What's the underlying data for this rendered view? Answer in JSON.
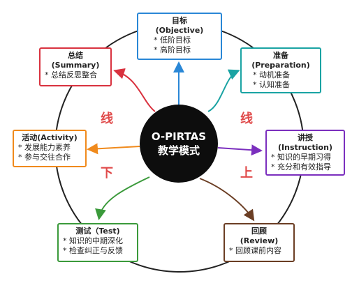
{
  "hub": {
    "line1": "O-PIRTAS",
    "line2": "教学模式"
  },
  "nodes": {
    "objective": {
      "title": "目标",
      "subtitle": "(Objective)",
      "items": [
        "* 低阶目标",
        "* 高阶目标"
      ],
      "color": "#2a87d6"
    },
    "preparation": {
      "title": "准备",
      "subtitle": "(Preparation)",
      "items": [
        "* 动机准备",
        "* 认知准备"
      ],
      "color": "#1aa3a3"
    },
    "instruction": {
      "title": "讲授",
      "subtitle": "(Instruction)",
      "items": [
        "* 知识的早期习得",
        "* 充分和有效指导"
      ],
      "color": "#7b2fbe"
    },
    "review": {
      "title": "回顾",
      "subtitle": "(Review)",
      "items": [
        "* 回顾课前内容"
      ],
      "color": "#6b3e24"
    },
    "test": {
      "title": "测试（Test)",
      "items": [
        "* 知识的中期深化",
        "* 检查纠正与反馈"
      ],
      "color": "#3b9a3b"
    },
    "activity": {
      "title": "活动(Activity)",
      "items": [
        "* 发展能力素养",
        "* 参与交往合作"
      ],
      "color": "#f08a1c"
    },
    "summary": {
      "title": "总结",
      "subtitle": "(Summary)",
      "items": [
        "* 总结反思整合"
      ],
      "color": "#d9323f"
    }
  },
  "side_labels": {
    "online_left": "线",
    "online_right": "线",
    "offline_left": "下",
    "offline_right": "上"
  },
  "colors": {
    "outer_circle": "#222222",
    "side_label": "#e04a4a",
    "hub_bg": "#0d0d0d"
  }
}
